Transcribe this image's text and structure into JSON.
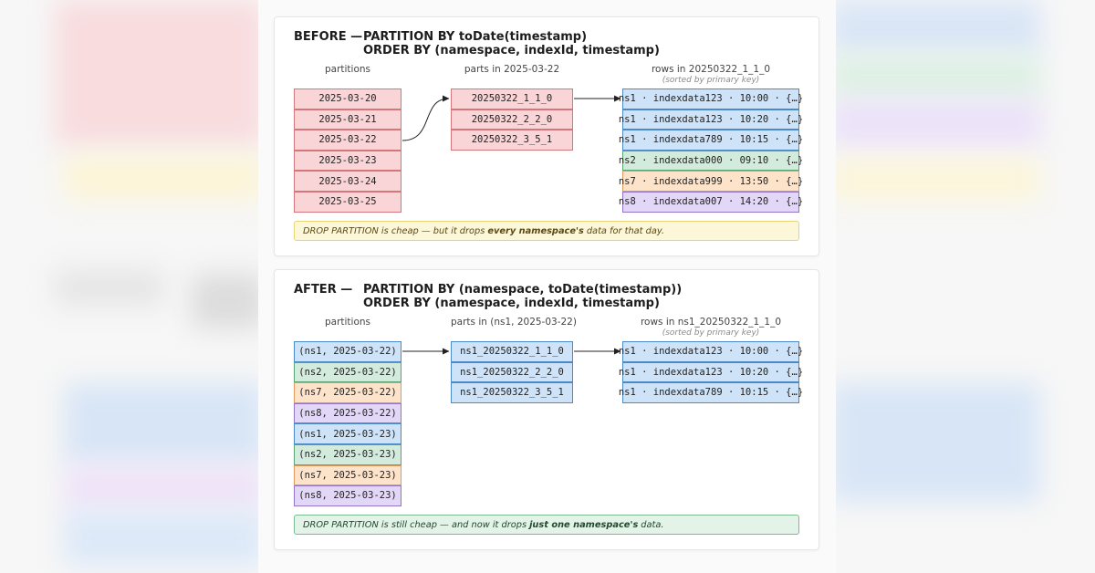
{
  "before": {
    "tag": "BEFORE —",
    "line1": "PARTITION BY toDate(timestamp)",
    "line2": "ORDER BY (namespace, indexId, timestamp)",
    "partitions_label": "partitions",
    "parts_label": "parts in 2025-03-22",
    "rows_label": "rows in 20250322_1_1_0",
    "rows_sub": "(sorted by primary key)",
    "partitions": [
      {
        "text": "2025-03-20",
        "color": "red"
      },
      {
        "text": "2025-03-21",
        "color": "red"
      },
      {
        "text": "2025-03-22",
        "color": "red"
      },
      {
        "text": "2025-03-23",
        "color": "red"
      },
      {
        "text": "2025-03-24",
        "color": "red"
      },
      {
        "text": "2025-03-25",
        "color": "red"
      }
    ],
    "parts": [
      {
        "text": "20250322_1_1_0",
        "color": "red"
      },
      {
        "text": "20250322_2_2_0",
        "color": "red"
      },
      {
        "text": "20250322_3_5_1",
        "color": "red"
      }
    ],
    "rows": [
      {
        "text": "ns1 · indexdata123 · 10:00 · {…}",
        "color": "blue"
      },
      {
        "text": "ns1 · indexdata123 · 10:20 · {…}",
        "color": "blue"
      },
      {
        "text": "ns1 · indexdata789 · 10:15 · {…}",
        "color": "blue"
      },
      {
        "text": "ns2 · indexdata000 · 09:10 · {…}",
        "color": "green"
      },
      {
        "text": "ns7 · indexdata999 · 13:50 · {…}",
        "color": "orange"
      },
      {
        "text": "ns8 · indexdata007 · 14:20 · {…}",
        "color": "purple"
      }
    ],
    "note_pre": "DROP PARTITION is cheap — but it drops",
    "note_bold": "every namespace's",
    "note_post": "data for that day."
  },
  "after": {
    "tag": "AFTER —",
    "line1": "PARTITION BY (namespace, toDate(timestamp))",
    "line2": "ORDER BY (namespace, indexId, timestamp)",
    "partitions_label": "partitions",
    "parts_label": "parts in (ns1, 2025-03-22)",
    "rows_label": "rows in ns1_20250322_1_1_0",
    "rows_sub": "(sorted by primary key)",
    "partitions": [
      {
        "text": "(ns1, 2025-03-22)",
        "color": "blue"
      },
      {
        "text": "(ns2, 2025-03-22)",
        "color": "green"
      },
      {
        "text": "(ns7, 2025-03-22)",
        "color": "orange"
      },
      {
        "text": "(ns8, 2025-03-22)",
        "color": "purple"
      },
      {
        "text": "(ns1, 2025-03-23)",
        "color": "blue"
      },
      {
        "text": "(ns2, 2025-03-23)",
        "color": "green"
      },
      {
        "text": "(ns7, 2025-03-23)",
        "color": "orange"
      },
      {
        "text": "(ns8, 2025-03-23)",
        "color": "purple"
      }
    ],
    "parts": [
      {
        "text": "ns1_20250322_1_1_0",
        "color": "blue"
      },
      {
        "text": "ns1_20250322_2_2_0",
        "color": "blue"
      },
      {
        "text": "ns1_20250322_3_5_1",
        "color": "blue"
      }
    ],
    "rows": [
      {
        "text": "ns1 · indexdata123 · 10:00 · {…}",
        "color": "blue"
      },
      {
        "text": "ns1 · indexdata123 · 10:20 · {…}",
        "color": "blue"
      },
      {
        "text": "ns1 · indexdata789 · 10:15 · {…}",
        "color": "blue"
      }
    ],
    "note_pre": "DROP PARTITION is still cheap — and now it drops",
    "note_bold": "just one namespace's",
    "note_post": "data."
  },
  "colors": {
    "red": "#f9d5d7",
    "blue": "#cfe3f8",
    "green": "#d3ebdd",
    "orange": "#fde3c9",
    "purple": "#e3d7f7",
    "yellow_note": "#fdf7d9",
    "green_note": "#e3f3e8"
  }
}
